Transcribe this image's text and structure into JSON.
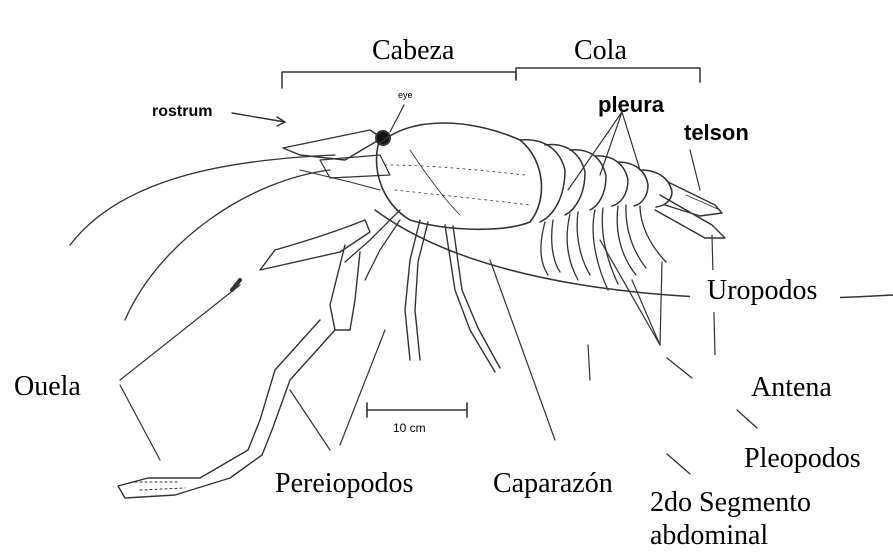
{
  "labels": {
    "cabeza": "Cabeza",
    "cola": "Cola",
    "rostrum": "rostrum",
    "eye": "eye",
    "pleura": "pleura",
    "telson": "telson",
    "uropodos": "Uropodos",
    "antena": "Antena",
    "pleopodos": "Pleopodos",
    "ouela": "Ouela",
    "pereiopodos": "Pereiopodos",
    "caparazon": "Caparazón",
    "segmento_line1": "2do Segmento",
    "segmento_line2": "abdominal",
    "scale": "10 cm"
  },
  "colors": {
    "ink": "#333333",
    "text": "#000000",
    "background": "#ffffff"
  }
}
